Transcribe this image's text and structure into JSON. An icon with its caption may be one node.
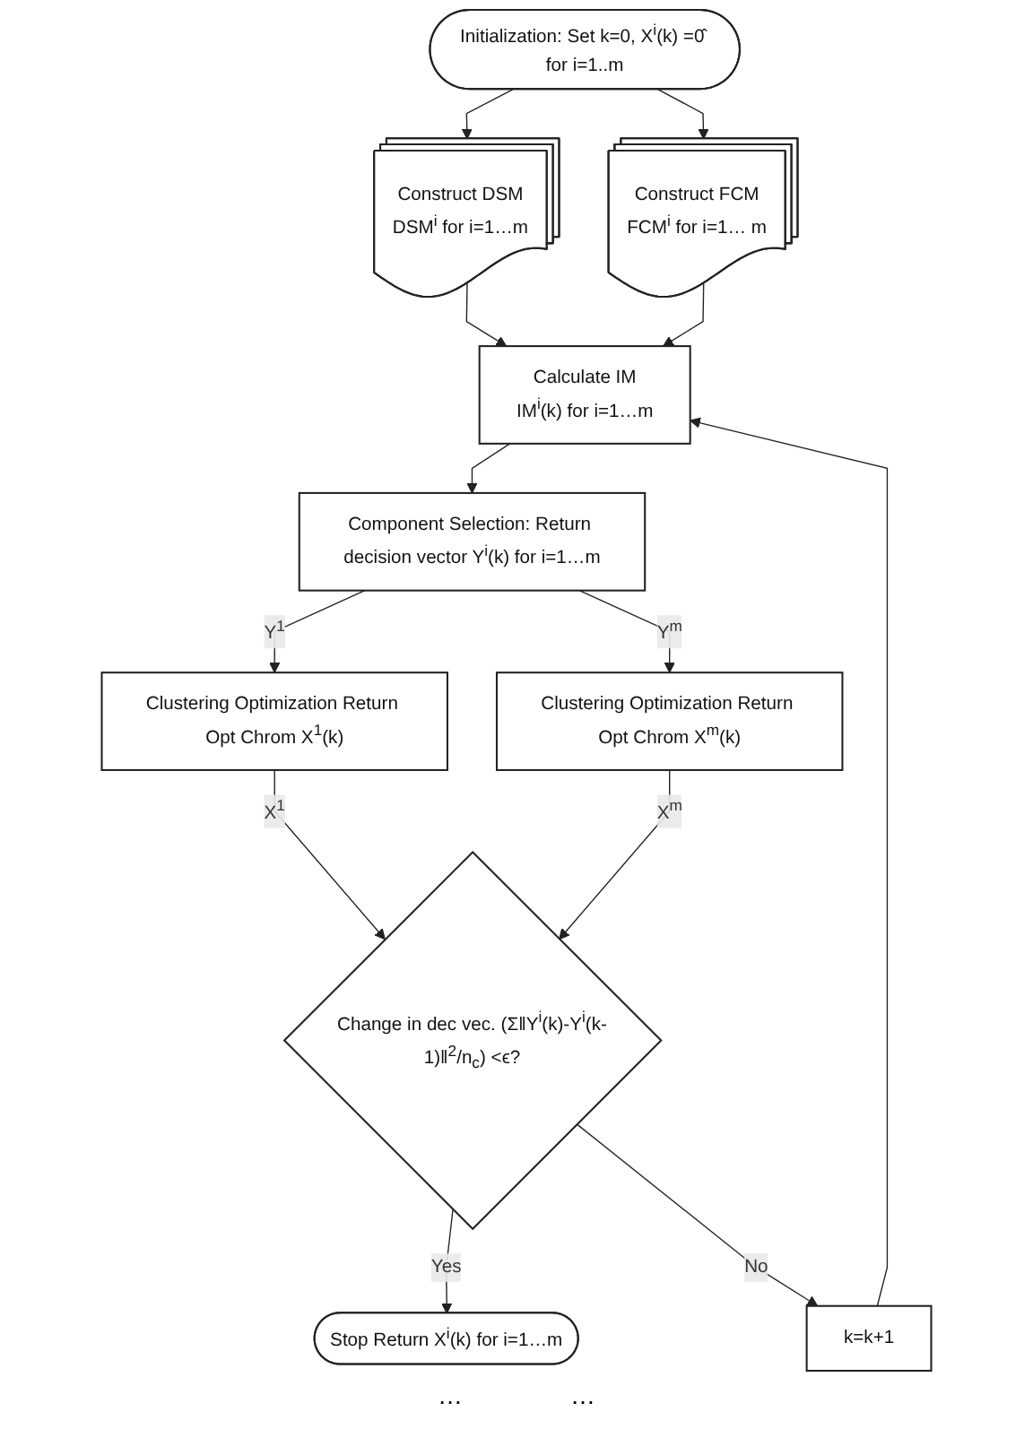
{
  "diagram": {
    "nodes": [
      {
        "text": [
          "Initialization: Set k=0, X$^{i}$(k) =0̂ for i=1..m"
        ]
      },
      {
        "text": [
          "Construct DSM",
          "DSM$^{i}$ for i=1…m"
        ]
      },
      {
        "text": [
          "Construct FCM",
          "FCM$^{i}$ for i=1… m"
        ]
      },
      {
        "text": [
          "Calculate IM",
          "IM$^{i}$(k) for i=1…m"
        ]
      },
      {
        "text": [
          "k=k+1"
        ]
      },
      {
        "text": [
          "Component Selection: Return decision vector Y$^{i}$(k) for i=1…m"
        ]
      },
      {
        "text": [
          "Clustering Optimization Return Opt Chrom X$^{1}$(k)"
        ]
      },
      {
        "text": [
          "Clustering Optimization Return Opt Chrom X$^{m}$(k)"
        ]
      },
      {
        "text": [
          "Change in dec vec. (Σ‖Y$^{i}$(k)-Y$^{i}$(k-1)‖$^{2}$/n$_{c}$) <ϵ?"
        ]
      },
      {
        "text": [
          "Stop Return X$^{i}$(k) for i=1…m"
        ]
      }
    ],
    "edges": [
      {
        "from": 0,
        "to": 1,
        "arrow": "to"
      },
      {
        "from": 0,
        "to": 2,
        "arrow": "to"
      },
      {
        "from": 1,
        "to": 3,
        "arrow": "to"
      },
      {
        "from": 2,
        "to": 3,
        "arrow": "to"
      },
      {
        "from": 4,
        "to": 3,
        "arrow": "to"
      },
      {
        "from": 3,
        "to": 5,
        "arrow": "to"
      },
      {
        "from": 5,
        "to": 6,
        "label": "Y$^{1}$",
        "arrow": "to"
      },
      {
        "from": 5,
        "to": 7,
        "label": "Y$^{m}$",
        "arrow": "to"
      },
      {
        "from": 6,
        "to": 8,
        "label": "X$^{1}$",
        "arrow": "to"
      },
      {
        "from": 7,
        "to": 8,
        "label": "X$^{m}$",
        "arrow": "to"
      },
      {
        "from": 8,
        "to": 9,
        "label": "Yes",
        "arrow": "to"
      },
      {
        "from": 8,
        "to": 4,
        "label": "No",
        "arrow": "to"
      }
    ],
    "labels": [
      "…",
      "…"
    ]
  }
}
